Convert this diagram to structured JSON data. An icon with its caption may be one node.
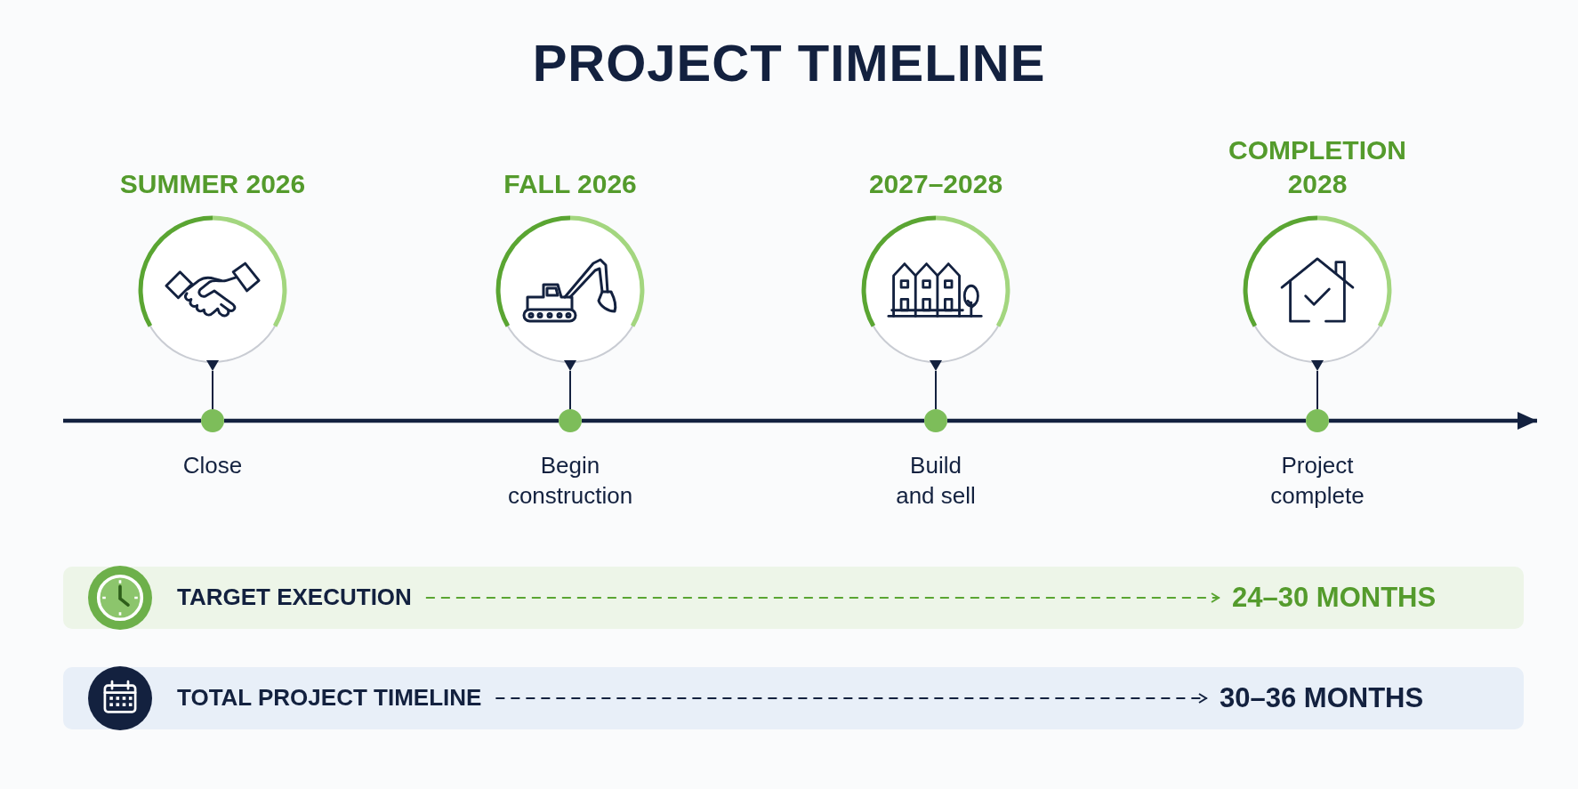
{
  "diagram": {
    "title": "PROJECT TIMELINE",
    "nodes": [
      {
        "text": [
          "SUMMER 2026"
        ]
      },
      {
        "text": [],
        "shape": "circle",
        "beside": [
          "Close"
        ]
      },
      {
        "text": [
          "FALL 2026"
        ]
      },
      {
        "text": [],
        "shape": "circle",
        "beside": [
          "Begin construction"
        ]
      },
      {
        "text": [
          "2027–2028"
        ]
      },
      {
        "text": [],
        "shape": "circle",
        "beside": [
          "Build and sell"
        ]
      },
      {
        "text": [
          "COMPLETION 2028"
        ]
      },
      {
        "text": [],
        "shape": "circle",
        "beside": [
          "Project complete"
        ]
      },
      {
        "text": [],
        "shape": "box"
      },
      {
        "text": [
          "TARGET EXECUTION"
        ],
        "in": 8
      },
      {
        "text": [
          "24–30 MONTHS"
        ],
        "in": 8
      },
      {
        "text": [],
        "shape": "box"
      },
      {
        "text": [
          "TOTAL PROJECT TIMELINE"
        ],
        "in": 11
      },
      {
        "text": [
          "30–36 MONTHS"
        ],
        "in": 11
      }
    ],
    "edges": [
      {
        "from": 0,
        "to": 1,
        "arrow": "none"
      },
      {
        "from": 2,
        "to": 3,
        "arrow": "none"
      },
      {
        "from": 4,
        "to": 5,
        "arrow": "none"
      },
      {
        "from": 6,
        "to": 7,
        "arrow": "none"
      },
      {
        "from": null,
        "to": 1,
        "arrow": "none"
      },
      {
        "from": 1,
        "to": 3,
        "arrow": "none"
      },
      {
        "from": 3,
        "to": 5,
        "arrow": "none"
      },
      {
        "from": 5,
        "to": 7,
        "arrow": "none"
      },
      {
        "from": 7,
        "to": null,
        "arrow": "to"
      },
      {
        "from": 9,
        "to": 10,
        "arrow": "to",
        "style": "dashed",
        "color": "#5aa532"
      },
      {
        "from": 12,
        "to": 13,
        "arrow": "to",
        "style": "dashed"
      }
    ]
  }
}
